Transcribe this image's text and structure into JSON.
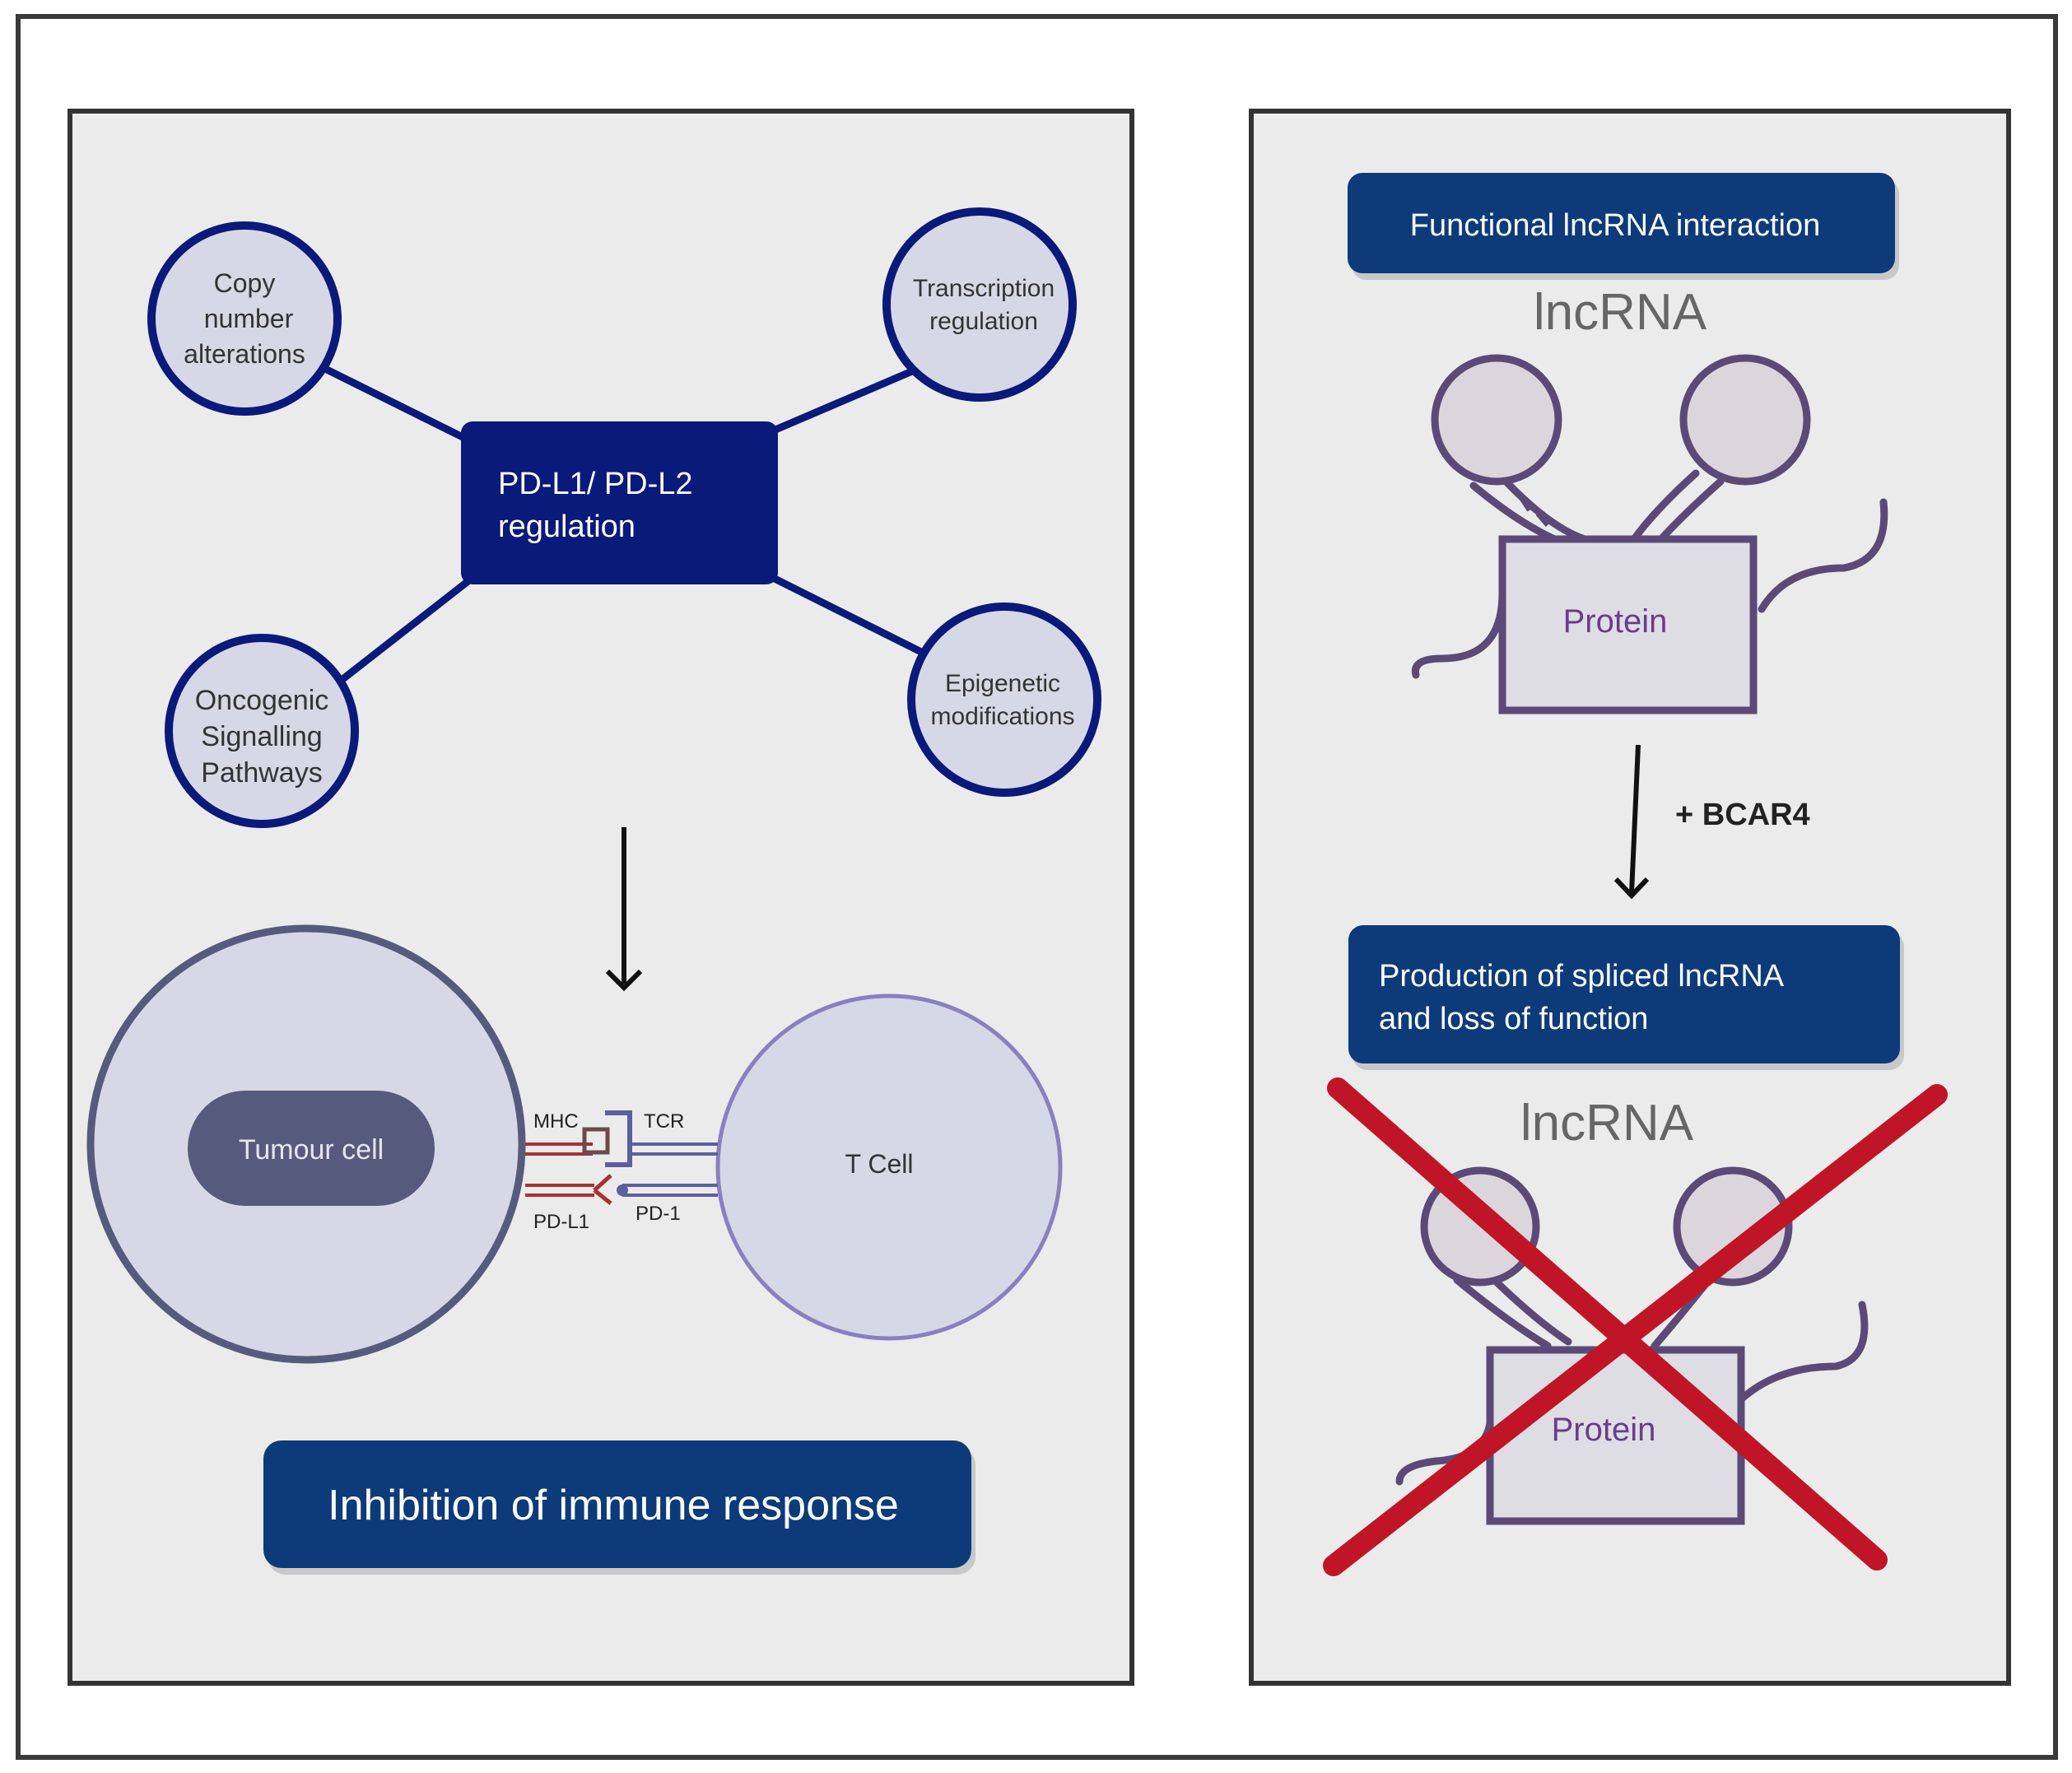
{
  "left_panel": {
    "hub_label": [
      "PD-L1/ PD-L2",
      "regulation"
    ],
    "nodes": {
      "copy_number": [
        "Copy",
        "number",
        "alterations"
      ],
      "transcription": [
        "Transcription",
        "regulation"
      ],
      "oncogenic": [
        "Oncogenic",
        "Signalling",
        "Pathways"
      ],
      "epigenetic": [
        "Epigenetic",
        "modifications"
      ]
    },
    "tumour_cell_label": "Tumour cell",
    "t_cell_label": "T Cell",
    "receptor_labels": {
      "mhc": "MHC",
      "tcr": "TCR",
      "pdl1": "PD-L1",
      "pd1": "PD-1"
    },
    "result_label": "Inhibition of immune response"
  },
  "right_panel": {
    "top_box_label": "Functional lncRNA interaction",
    "lncrna_label_top": "lncRNA",
    "protein_label_top": "Protein",
    "step_label": "+ BCAR4",
    "bottom_box_label": [
      "Production of spliced lncRNA",
      "and loss of function"
    ],
    "lncrna_label_bottom": "lncRNA",
    "protein_label_bottom": "Protein"
  },
  "colors": {
    "navy": "#0a1a7a",
    "box_blue": "#0d3b7a",
    "panel_bg": "#ebebeb",
    "node_fill": "#d7d8e6",
    "purple": "#5b4a78",
    "lilac": "#8a7fc0",
    "loop_fill": "#ddd5dc",
    "cross_red": "#c01526",
    "ligand_red": "#a83232",
    "tumour_grey": "#565b7e"
  }
}
